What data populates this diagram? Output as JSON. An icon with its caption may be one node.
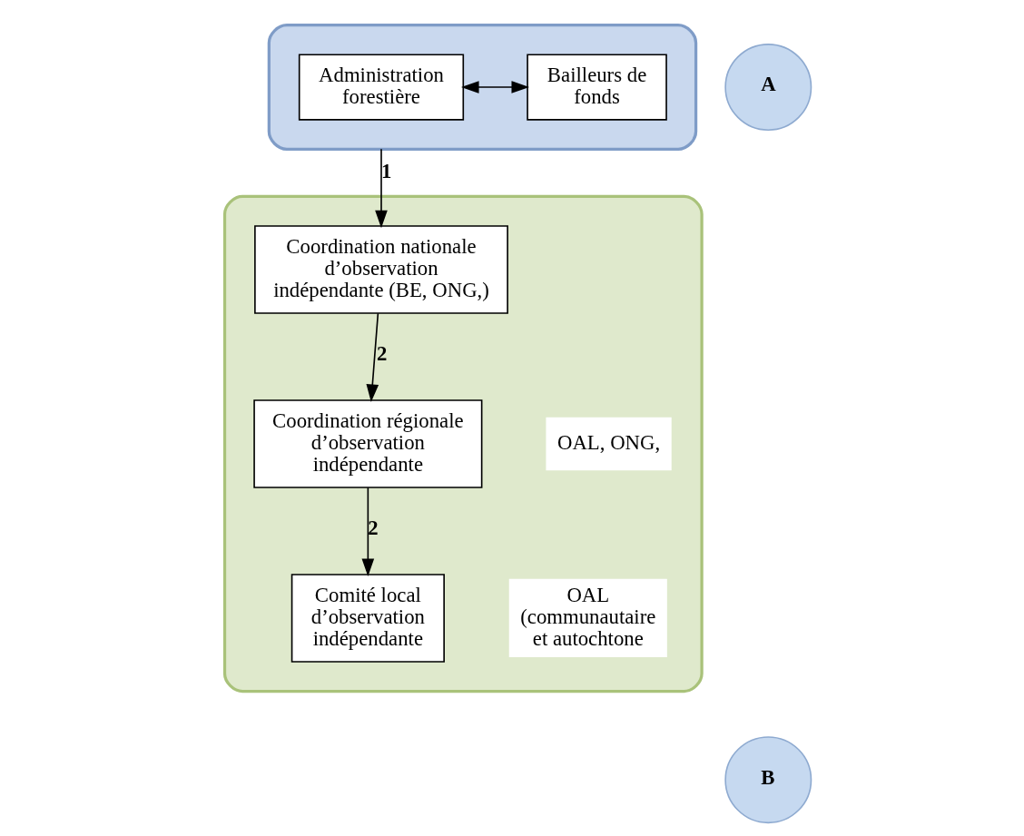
{
  "diagram": {
    "nodes": [
      {
        "text": [],
        "shape": "box"
      },
      {
        "text": [
          "Administration forestière"
        ],
        "in": 0
      },
      {
        "text": [
          "Bailleurs de fonds"
        ],
        "in": 0
      },
      {
        "text": [
          "A"
        ]
      },
      {
        "text": [],
        "shape": "box"
      },
      {
        "text": [
          "Coordination nationale d’observation indépendante (BE, ONG,)"
        ],
        "in": 4
      },
      {
        "text": [
          "Coordination régionale d’observation indépendante"
        ],
        "in": 4,
        "beside": [
          "OAL, ONG,"
        ]
      },
      {
        "text": [
          "Comité local d’observation indépendante"
        ],
        "in": 4,
        "beside": [
          "OAL (communautaire et autochtone"
        ]
      },
      {
        "text": [
          "B"
        ]
      }
    ],
    "edges": [
      {
        "from": 1,
        "to": 2,
        "arrow": "both"
      },
      {
        "from": 0,
        "to": 5,
        "arrow": "to",
        "label": "1"
      },
      {
        "from": 5,
        "to": 6,
        "arrow": "to",
        "label": "2"
      },
      {
        "from": 6,
        "to": 7,
        "arrow": "to",
        "label": "2"
      }
    ]
  }
}
